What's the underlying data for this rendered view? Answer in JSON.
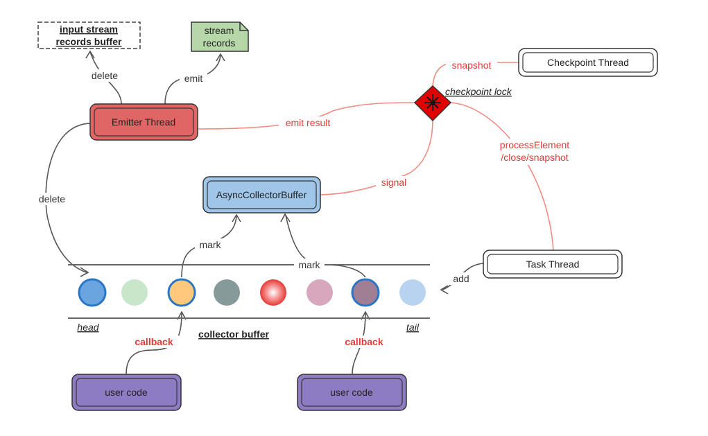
{
  "nodes": {
    "input_buffer_line1": "input stream",
    "input_buffer_line2": "records buffer",
    "stream_records_line1": "stream",
    "stream_records_line2": "records",
    "emitter_thread": "Emitter Thread",
    "checkpoint_thread": "Checkpoint Thread",
    "checkpoint_lock": "checkpoint lock",
    "async_collector_buffer": "AsyncCollectorBuffer",
    "task_thread": "Task Thread",
    "user_code_left": "user code",
    "user_code_right": "user code"
  },
  "edges": {
    "delete_top": "delete",
    "emit": "emit",
    "delete_left": "delete",
    "emit_result": "emit result",
    "snapshot": "snapshot",
    "process_element_line1": "processElement",
    "process_element_line2": "/close/snapshot",
    "signal": "signal",
    "mark_left": "mark",
    "mark_right": "mark",
    "add": "add",
    "callback_left": "callback",
    "callback_right": "callback"
  },
  "buffer": {
    "label": "collector buffer",
    "head": "head",
    "tail": "tail",
    "elements": [
      "#6aa5e0",
      "#c8e6c9",
      "#ffc87a",
      "#869a99",
      "#ef5350",
      "#d6a7bd",
      "#a07e94",
      "#b7d3ef"
    ]
  },
  "colors": {
    "edge_gray": "#555555",
    "edge_red": "#f28b82",
    "emitter_fill": "#e06666",
    "async_fill": "#9fc5e8",
    "user_fill": "#8e7cc3",
    "stream_fill": "#b6d7a8",
    "lock_fill": "#e00000"
  }
}
